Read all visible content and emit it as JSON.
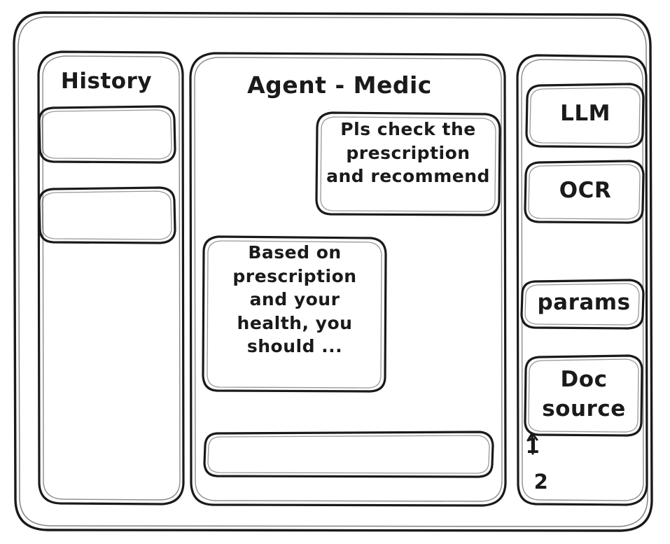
{
  "app": {
    "frame_name": "app-window",
    "ink_color": "#1a1a1a",
    "background_color": "#ffffff"
  },
  "sidebar_left": {
    "title": "History",
    "items": [
      {
        "label": "",
        "name": "history-item-1"
      },
      {
        "label": "",
        "name": "history-item-2"
      }
    ]
  },
  "main": {
    "title": "Agent - Medic",
    "messages": [
      {
        "role": "user",
        "text": "Pls check the\nprescription\nand recommend"
      },
      {
        "role": "agent",
        "text": "Based on\nprescription\nand your\nhealth, you\nshould ..."
      }
    ],
    "composer": {
      "value": "",
      "placeholder": ""
    }
  },
  "sidebar_right": {
    "tools": [
      {
        "label": "LLM",
        "name": "tool-llm"
      },
      {
        "label": "OCR",
        "name": "tool-ocr"
      },
      {
        "label": "params",
        "name": "tool-params"
      }
    ],
    "doc_source": {
      "label": "Doc\nsource",
      "items": [
        {
          "label": "1",
          "name": "doc-source-item-1"
        },
        {
          "label": "2",
          "name": "doc-source-item-2"
        }
      ]
    }
  }
}
